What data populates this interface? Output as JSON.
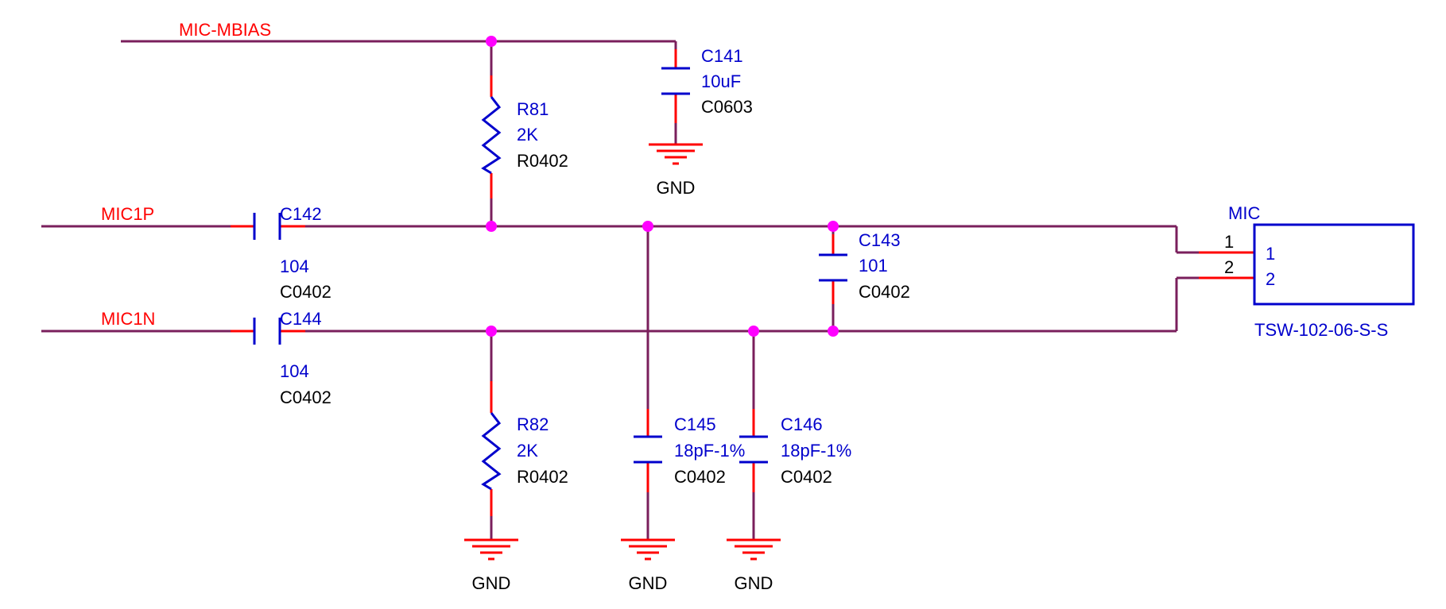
{
  "nets": {
    "mbias": "MIC-MBIAS",
    "mic1p": "MIC1P",
    "mic1n": "MIC1N"
  },
  "ground_label": "GND",
  "components": {
    "C141": {
      "ref": "C141",
      "value": "10uF",
      "footprint": "C0603"
    },
    "R81": {
      "ref": "R81",
      "value": "2K",
      "footprint": "R0402"
    },
    "C142": {
      "ref": "C142",
      "value": "104",
      "footprint": "C0402"
    },
    "C144": {
      "ref": "C144",
      "value": "104",
      "footprint": "C0402"
    },
    "C143": {
      "ref": "C143",
      "value": "101",
      "footprint": "C0402"
    },
    "R82": {
      "ref": "R82",
      "value": "2K",
      "footprint": "R0402"
    },
    "C145": {
      "ref": "C145",
      "value": "18pF-1%",
      "footprint": "C0402"
    },
    "C146": {
      "ref": "C146",
      "value": "18pF-1%",
      "footprint": "C0402"
    }
  },
  "connector": {
    "ref": "MIC",
    "part": "TSW-102-06-S-S",
    "pins": [
      {
        "number": "1",
        "name": "1"
      },
      {
        "number": "2",
        "name": "2"
      }
    ]
  },
  "colors": {
    "wire": "#7a1f5c",
    "lead": "#ff0000",
    "symbol": "#0000cc",
    "junction": "#ff00ff",
    "net_label": "#ff0000"
  }
}
